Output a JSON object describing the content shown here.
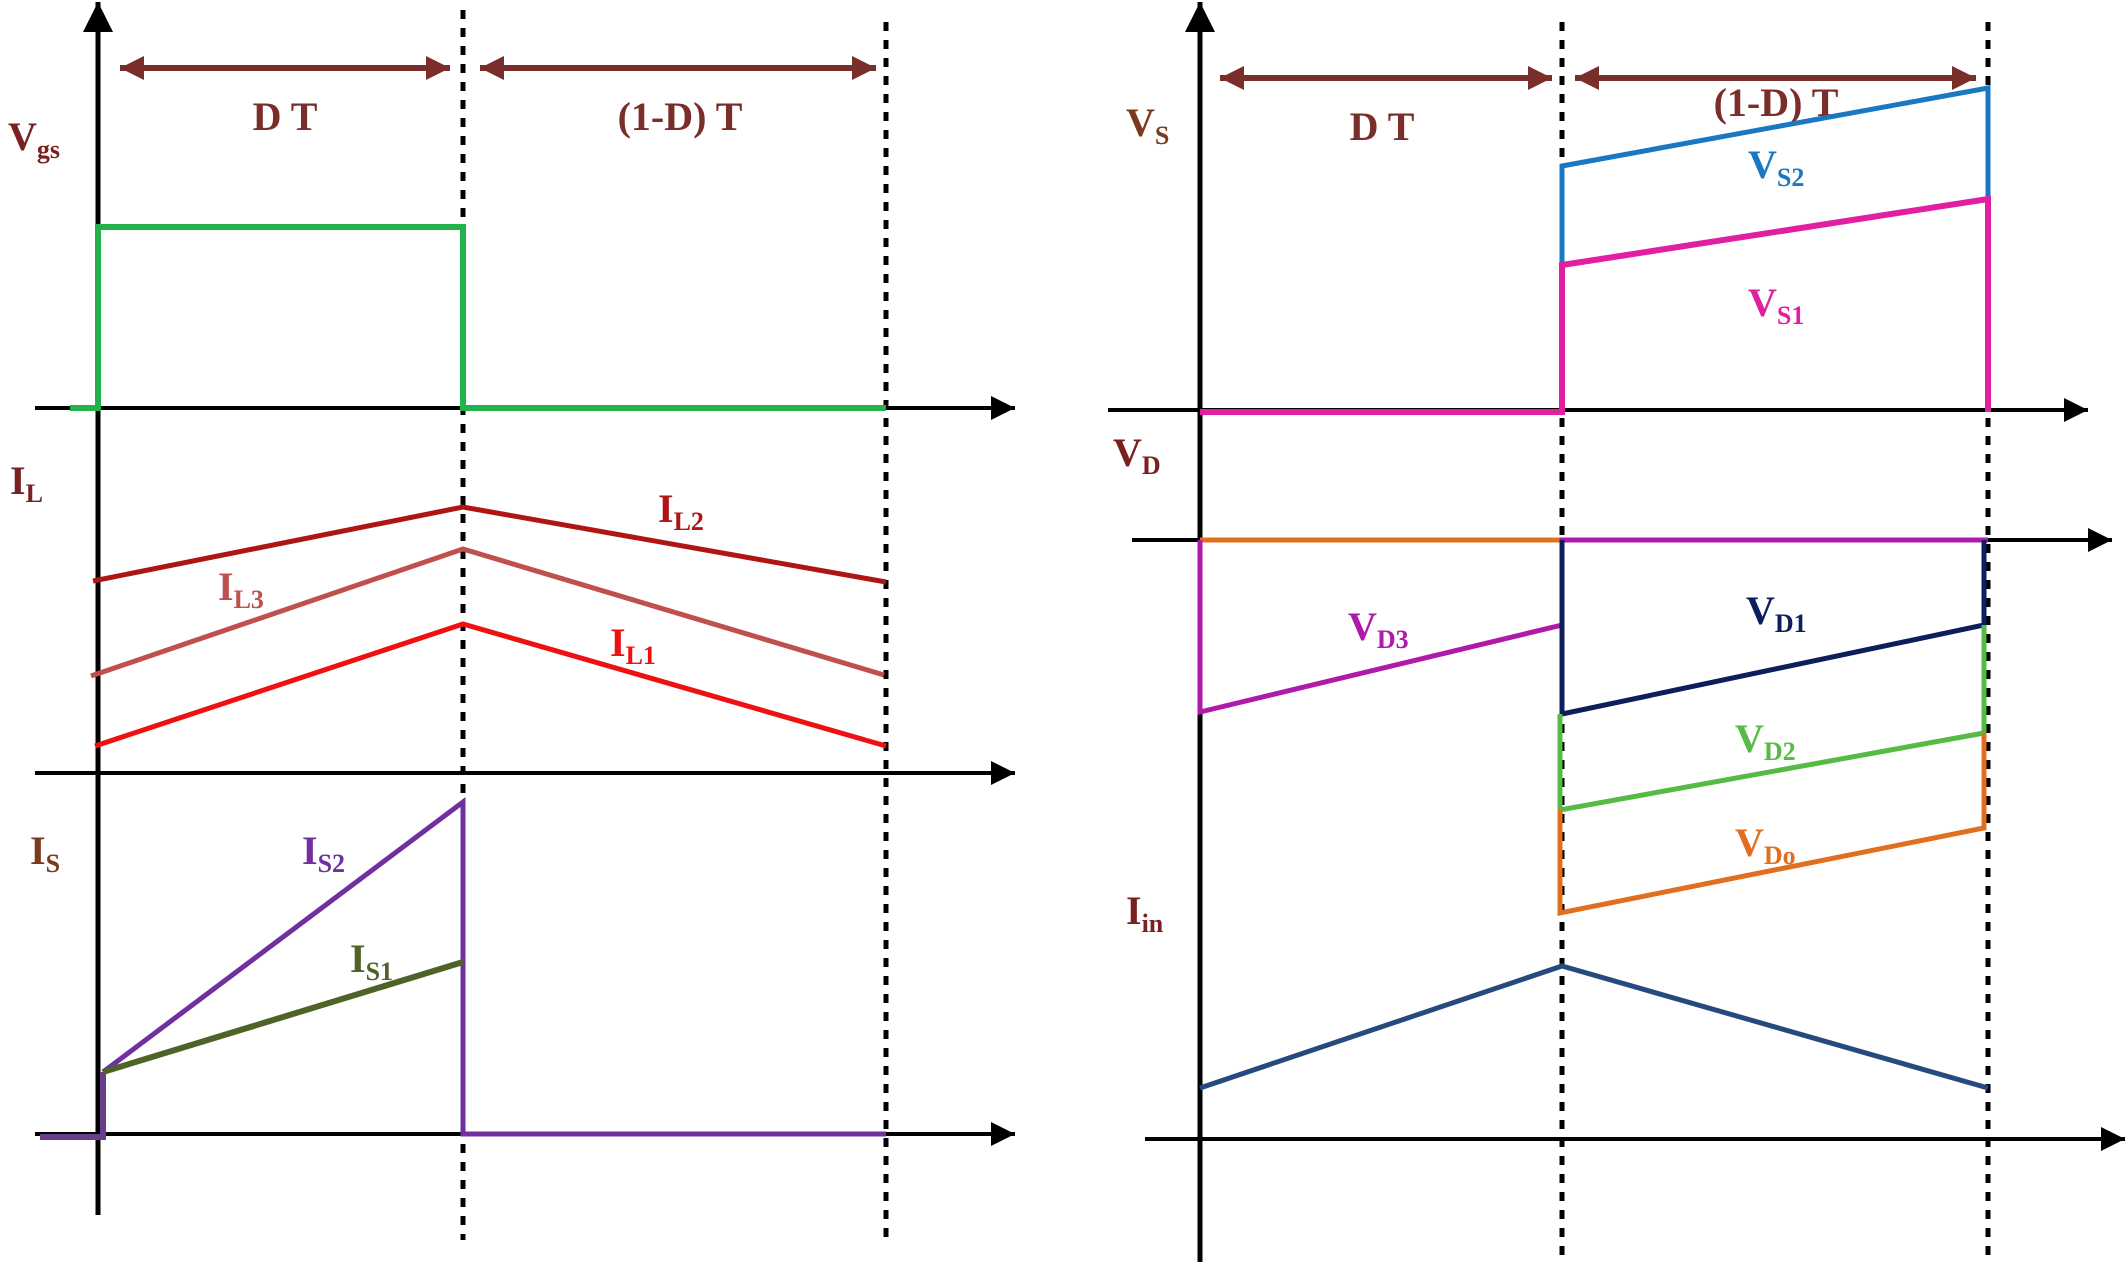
{
  "left_panel": {
    "interval_on": "D T",
    "interval_off": "(1-D) T",
    "vgs": {
      "main": "V",
      "sub": "gs",
      "color": "#7a2020"
    },
    "il": {
      "main": "I",
      "sub": "L",
      "color": "#7a2020"
    },
    "il1": {
      "main": "I",
      "sub": "L1",
      "color": "#ee1111"
    },
    "il2": {
      "main": "I",
      "sub": "L2",
      "color": "#b01515"
    },
    "il3": {
      "main": "I",
      "sub": "L3",
      "color": "#c0504d"
    },
    "is": {
      "main": "I",
      "sub": "S",
      "color": "#7a3a1e"
    },
    "is1": {
      "main": "I",
      "sub": "S1",
      "color": "#4f6228"
    },
    "is2": {
      "main": "I",
      "sub": "S2",
      "color": "#7030a0"
    }
  },
  "right_panel": {
    "interval_on": "D T",
    "interval_off": "(1-D) T",
    "vs": {
      "main": "V",
      "sub": "S",
      "color": "#7a3a1e"
    },
    "vs1": {
      "main": "V",
      "sub": "S1",
      "color": "#e020a0"
    },
    "vs2": {
      "main": "V",
      "sub": "S2",
      "color": "#1a78c2"
    },
    "vd": {
      "main": "V",
      "sub": "D",
      "color": "#7a2020"
    },
    "vd1": {
      "main": "V",
      "sub": "D1",
      "color": "#0c1f5c"
    },
    "vd2": {
      "main": "V",
      "sub": "D2",
      "color": "#55bb44"
    },
    "vd3": {
      "main": "V",
      "sub": "D3",
      "color": "#b01aa8"
    },
    "vdo": {
      "main": "V",
      "sub": "Do",
      "color": "#e07020"
    },
    "iin": {
      "main": "I",
      "sub": "in",
      "color": "#7a2020"
    }
  },
  "colors": {
    "arrow": "#7a2e2a",
    "vgs_wave": "#22b24c",
    "is2_wave": "#7030a0",
    "is1_wave": "#4f6228",
    "iin_wave": "#254a7d"
  }
}
